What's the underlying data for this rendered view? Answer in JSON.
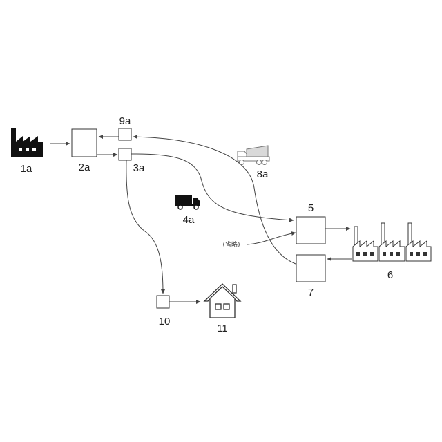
{
  "labels": {
    "n1a": "1a",
    "n2a": "2a",
    "n3a": "3a",
    "n4a": "4a",
    "n5": "5",
    "n6": "6",
    "n7": "7",
    "n8a": "8a",
    "n9a": "9a",
    "n10": "10",
    "n11": "11",
    "omitted": "(省略)"
  },
  "colors": {
    "ink": "#222222",
    "line": "#444444",
    "truck_light": "#d9d9d9"
  },
  "icons": {
    "source_factory": "factory-icon",
    "truck_4a": "dump-truck-icon",
    "truck_8a": "dump-truck-outline-icon",
    "plant_6": "factory-row-icon",
    "house_11": "house-icon"
  }
}
